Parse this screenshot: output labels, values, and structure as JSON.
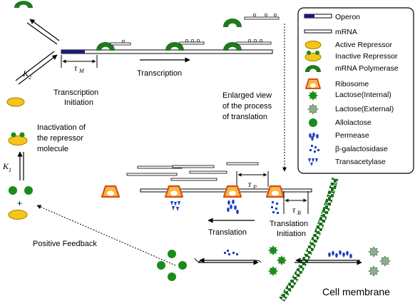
{
  "legend": {
    "items": [
      {
        "key": "operon",
        "label": "Operon"
      },
      {
        "key": "mrna",
        "label": "mRNA"
      },
      {
        "key": "active-repressor",
        "label": "Active Repressor"
      },
      {
        "key": "inactive-repressor",
        "label": "Inactive Repressor"
      },
      {
        "key": "mrna-polymerase",
        "label": "mRNA Polymerase"
      },
      {
        "key": "ribosome",
        "label": "Ribosome"
      },
      {
        "key": "lactose-internal",
        "label": "Lactose(Internal)"
      },
      {
        "key": "lactose-external",
        "label": "Lactose(External)"
      },
      {
        "key": "allolactose",
        "label": "Allolactose"
      },
      {
        "key": "permease",
        "label": "Permease"
      },
      {
        "key": "beta-galactosidase",
        "label": "β-galactosidase"
      },
      {
        "key": "transacetylase",
        "label": "Transacetylase"
      }
    ]
  },
  "labels": {
    "transcription": "Transcription",
    "transcription_initiation_1": "Transcription",
    "transcription_initiation_2": "Initiation",
    "enlarged_1": "Enlarged view",
    "enlarged_2": "of the process",
    "enlarged_3": "of translation",
    "inactivation_1": "Inactivation of",
    "inactivation_2": "the repressor",
    "inactivation_3": "molecule",
    "translation": "Translation",
    "translation_initiation_1": "Translation",
    "translation_initiation_2": "Initiation",
    "positive_feedback": "Positive Feedback",
    "cell_membrane": "Cell membrane",
    "plus": "+"
  },
  "symbols": {
    "K": "K",
    "k2_sub": "2",
    "k1_sub": "1",
    "tau": "τ",
    "tau_m_sub": "M",
    "tau_p_sub": "P",
    "tau_b_sub": "B"
  },
  "colors": {
    "operon_fill": "#1a1a7a",
    "repressor_fill": "#f5c518",
    "repressor_stroke": "#b07800",
    "polymerase": "#1e7a1e",
    "ribosome_fill": "#f5b942",
    "ribosome_stroke": "#d94e1a",
    "lactose_internal": "#1a8c1a",
    "lactose_external": "#8fae8f",
    "protein_blue": "#1f3fbf",
    "membrane": "#1a6b1a"
  }
}
